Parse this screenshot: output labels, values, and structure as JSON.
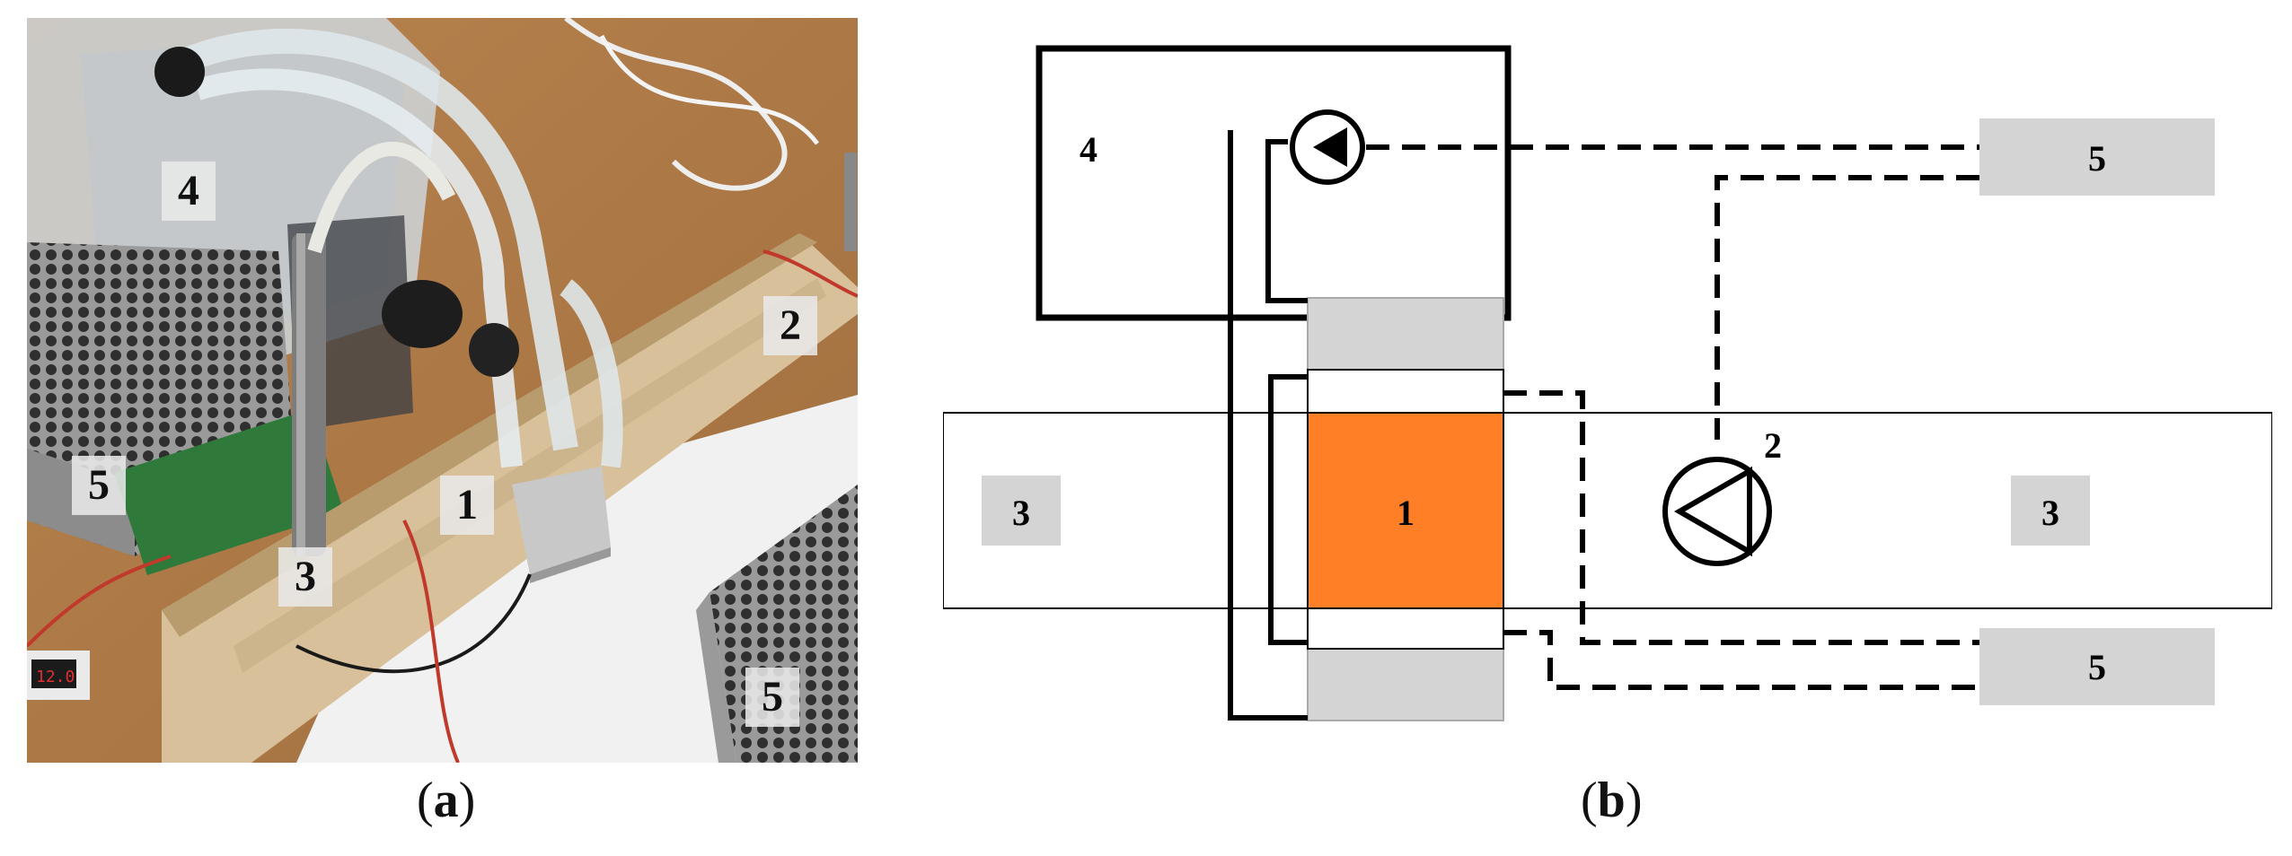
{
  "panels": {
    "a": {
      "caption_open": "(",
      "caption_letter": "a",
      "caption_close": ")",
      "labels": [
        "4",
        "2",
        "5",
        "1",
        "3",
        "5"
      ]
    },
    "b": {
      "caption_open": "(",
      "caption_letter": "b",
      "caption_close": ")",
      "labels": {
        "tank": "4",
        "pump": "2",
        "duct_left": "3",
        "duct_right": "3",
        "module": "1",
        "supply_top": "5",
        "supply_bottom": "5"
      }
    }
  },
  "colors": {
    "module_fill": "#ff7f27",
    "heatsink_fill": "#d4d4d4",
    "label_box_fill": "#d4d4d4",
    "line": "#000000"
  }
}
